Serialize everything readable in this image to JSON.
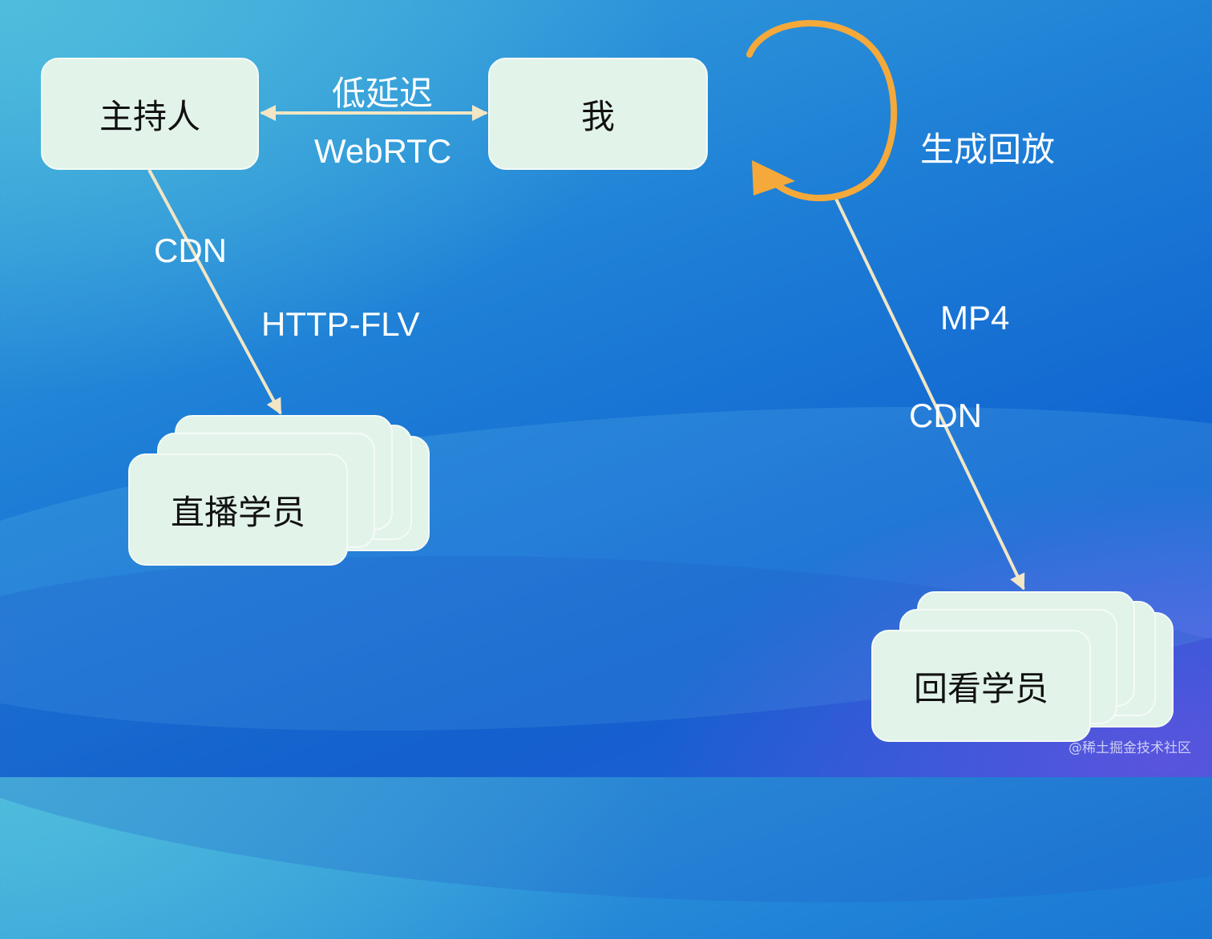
{
  "nodes": {
    "host": "主持人",
    "me": "我",
    "live_students": "直播学员",
    "replay_students": "回看学员"
  },
  "edges": {
    "low_latency": "低延迟",
    "webrtc": "WebRTC",
    "cdn_left": "CDN",
    "http_flv": "HTTP-FLV",
    "generate_replay": "生成回放",
    "mp4": "MP4",
    "cdn_right": "CDN"
  },
  "colors": {
    "node_fill": "#e2f3ea",
    "connector": "#f2e6c4",
    "loop_arrow": "#f5a93a"
  },
  "watermark": "@稀土掘金技术社区"
}
